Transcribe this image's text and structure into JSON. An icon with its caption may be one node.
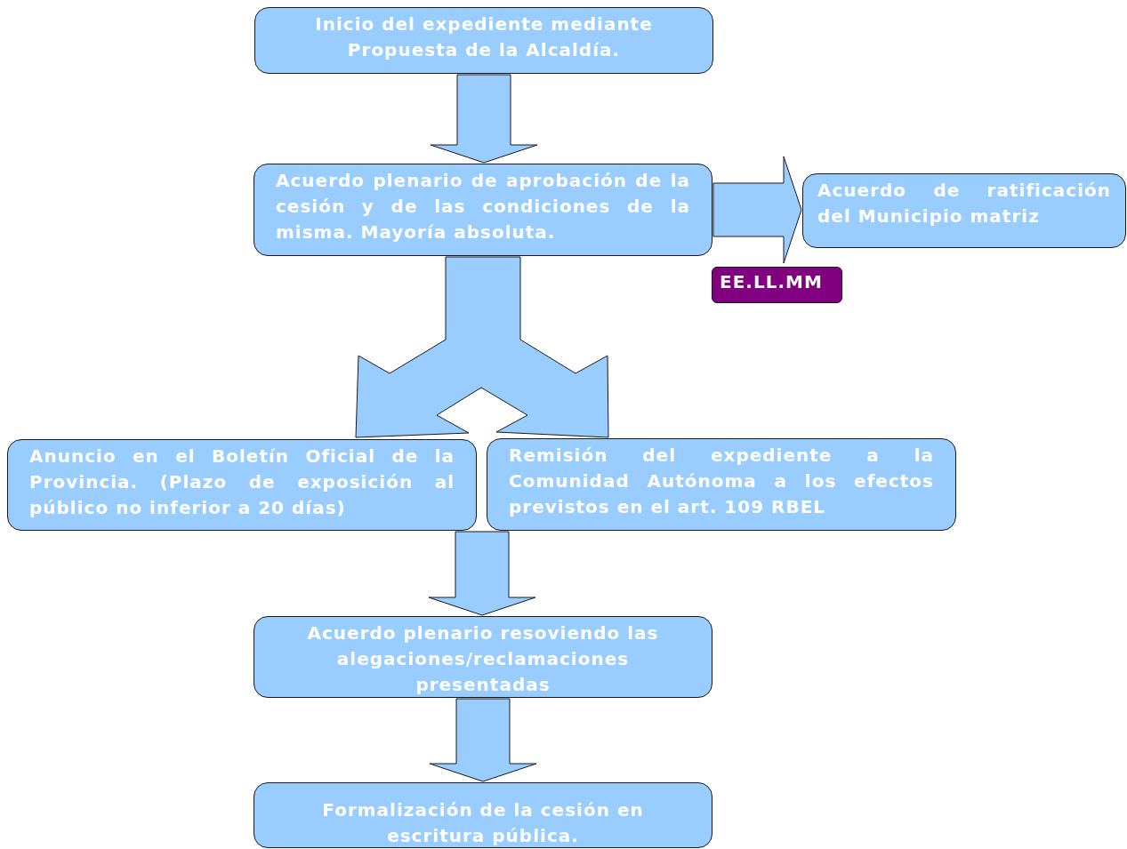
{
  "diagram": {
    "nodes": [
      {
        "text": [
          "Inicio del expediente mediante Propuesta de la Alcaldía."
        ]
      },
      {
        "text": [
          "Acuerdo plenario de aprobación de la cesión y de las condiciones de la misma. Mayoría absoluta."
        ]
      },
      {
        "text": [
          "Acuerdo de ratificación del Municipio matriz"
        ]
      },
      {
        "text": [
          "EE.LL.MM"
        ]
      },
      {
        "text": [
          "Anuncio en el Boletín Oficial de la Provincia. (Plazo de exposición al público no inferior a 20 días)"
        ]
      },
      {
        "text": [
          "Remisión del expediente a la Comunidad Autónoma a los efectos previstos en el art. 109 RBEL"
        ]
      },
      {
        "text": [
          "Acuerdo plenario resoviendo las alegaciones/reclamaciones presentadas"
        ]
      },
      {
        "text": [
          "Formalización de la cesión en escritura pública."
        ]
      }
    ],
    "edges": [
      {
        "from": 0,
        "to": 1,
        "arrow": "to"
      },
      {
        "from": 1,
        "to": 2,
        "arrow": "to"
      },
      {
        "from": 1,
        "to": 4,
        "arrow": "to"
      },
      {
        "from": 1,
        "to": 5,
        "arrow": "to"
      },
      {
        "from": 4,
        "to": 6,
        "arrow": "to"
      },
      {
        "from": 5,
        "to": 6,
        "arrow": "to"
      },
      {
        "from": 6,
        "to": 7,
        "arrow": "to"
      }
    ]
  }
}
